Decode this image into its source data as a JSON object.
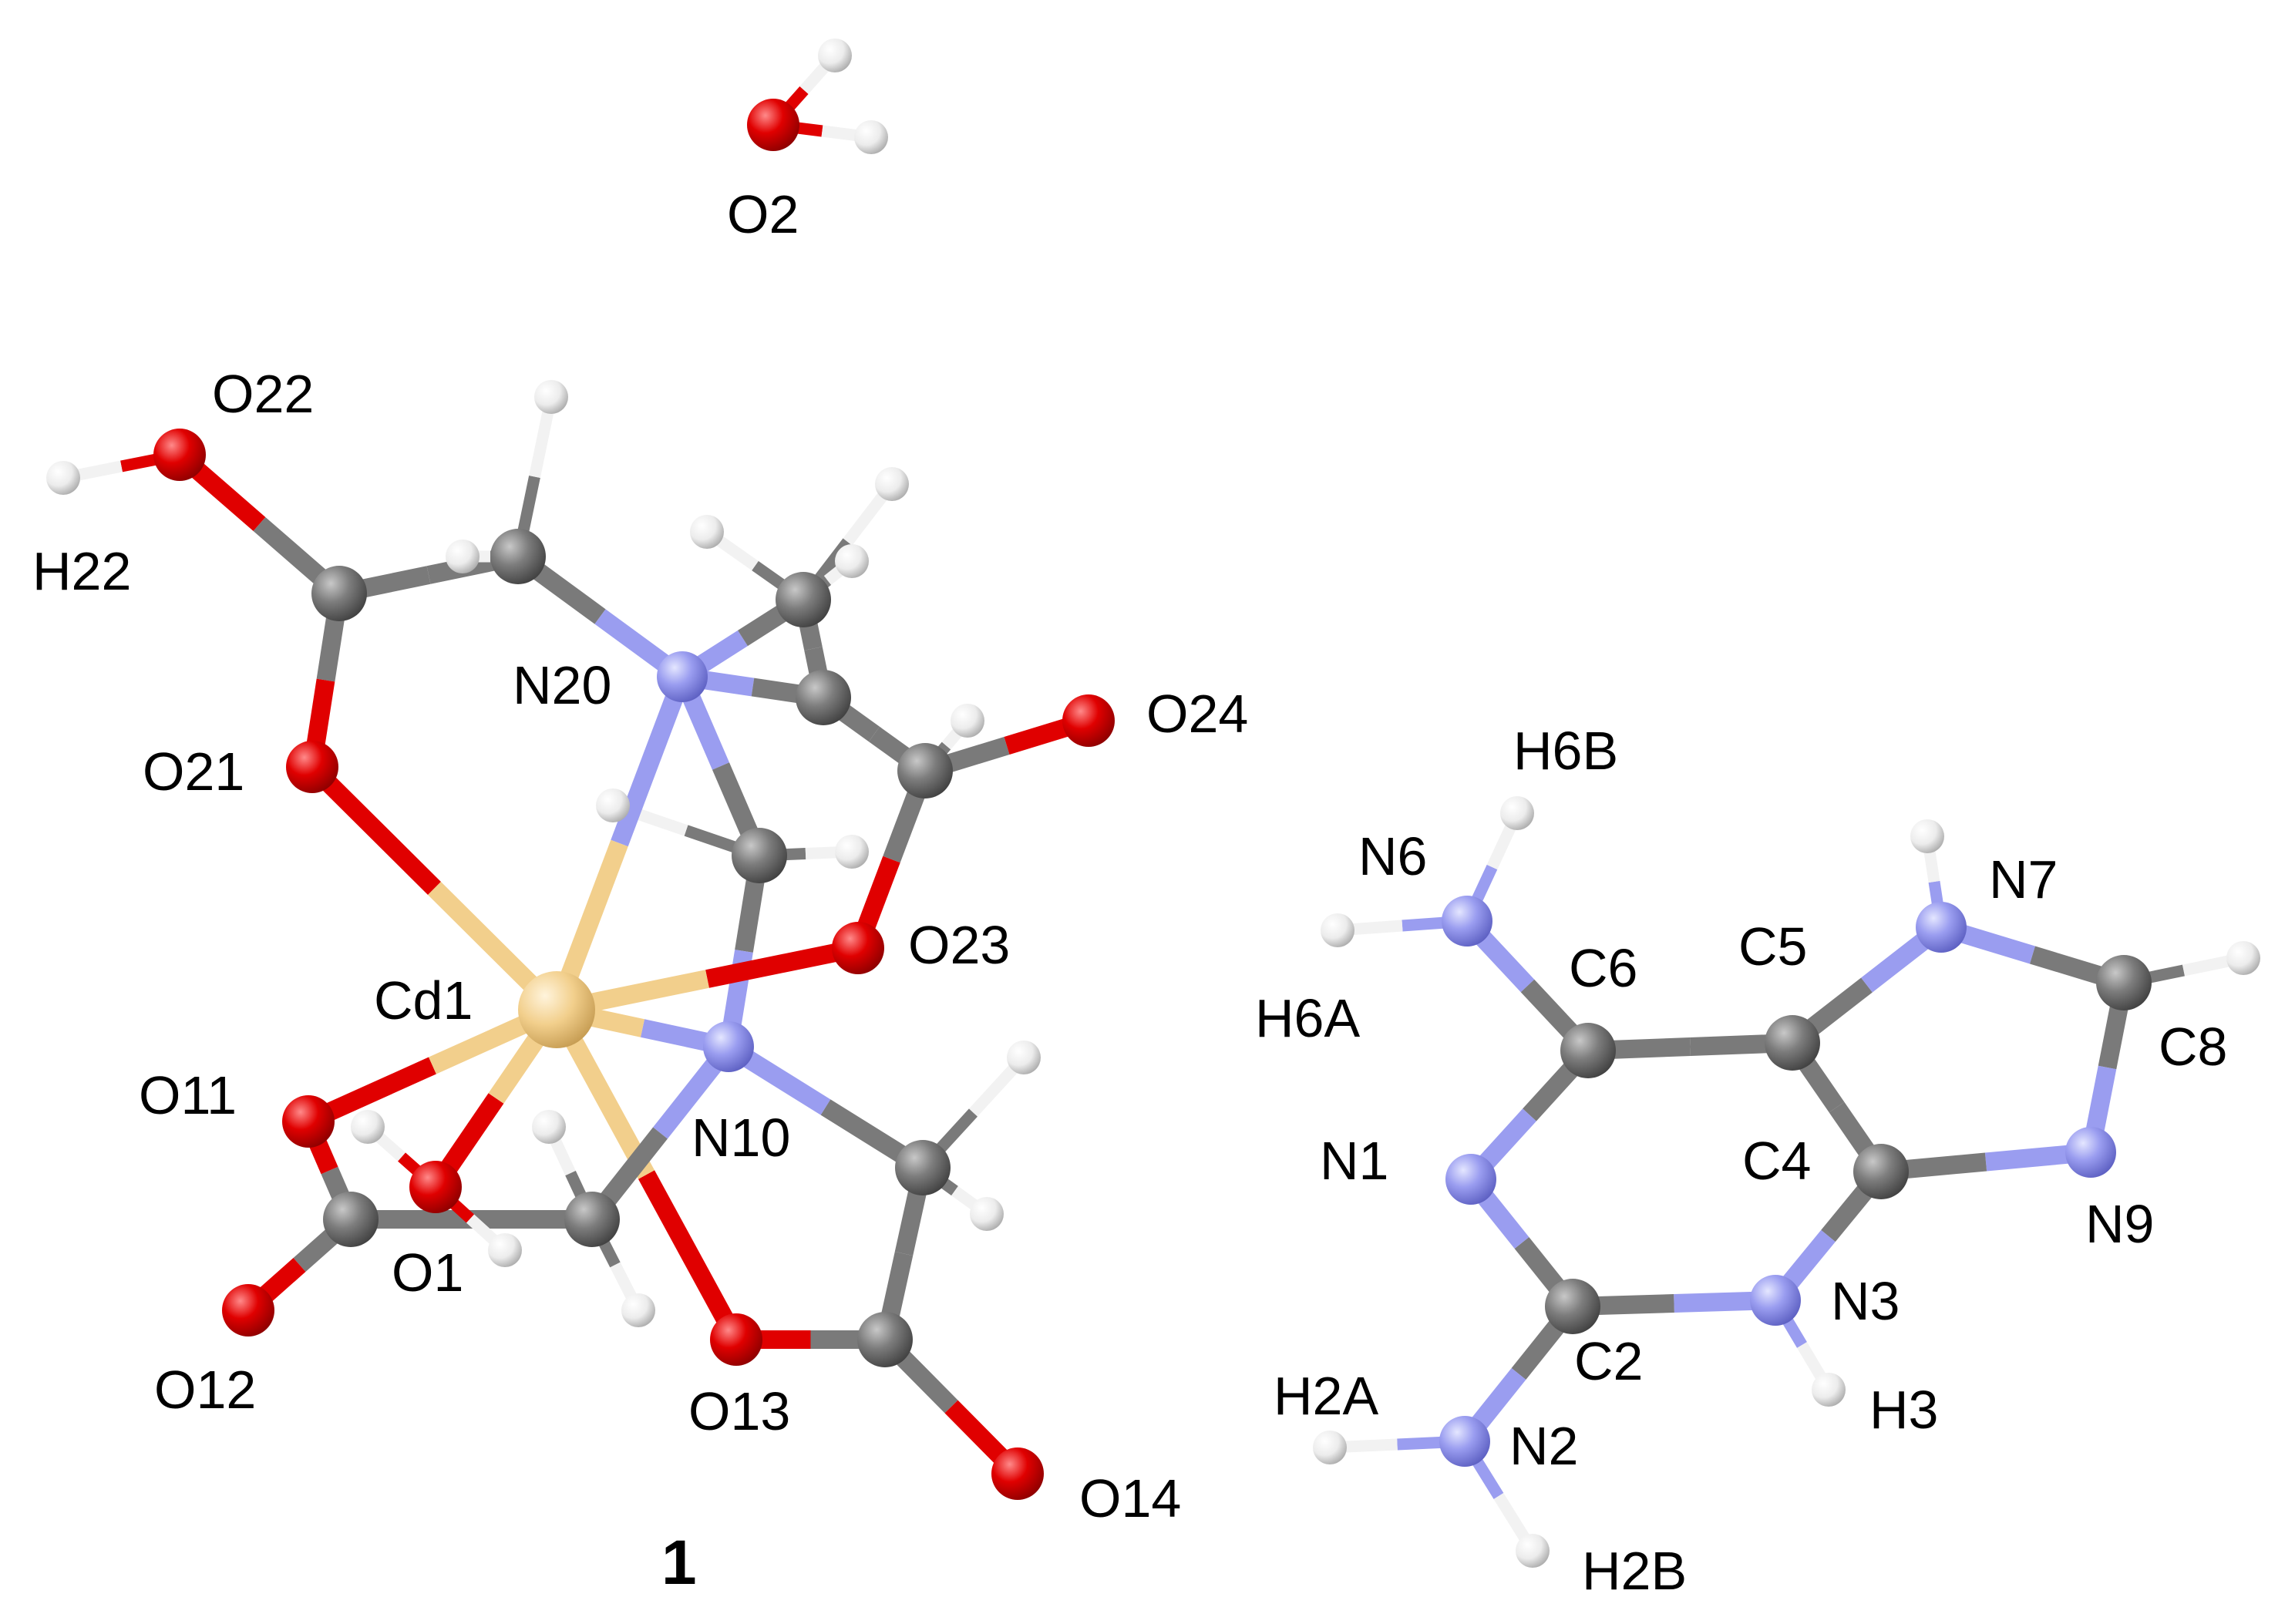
{
  "colors": {
    "carbon": "#7a7a7a",
    "nitrogen": "#9a9df0",
    "oxygen": "#e00000",
    "hydrogen": "#f2f2f2",
    "cadmium": "#f2cf8c",
    "background": "#ffffff"
  },
  "compound_label": "1",
  "atom_labels": {
    "O2": "O2",
    "O22": "O22",
    "H22": "H22",
    "N20": "N20",
    "O24": "O24",
    "O21": "O21",
    "Cd1": "Cd1",
    "O23": "O23",
    "O11": "O11",
    "N10": "N10",
    "O1": "O1",
    "O12": "O12",
    "O13": "O13",
    "O14": "O14",
    "H6B": "H6B",
    "N6": "N6",
    "H6A": "H6A",
    "C6": "C6",
    "C5": "C5",
    "N7": "N7",
    "C8": "C8",
    "N1": "N1",
    "C4": "C4",
    "N9": "N9",
    "N3": "N3",
    "C2": "C2",
    "H2A": "H2A",
    "H3": "H3",
    "N2": "N2",
    "H2B": "H2B"
  }
}
